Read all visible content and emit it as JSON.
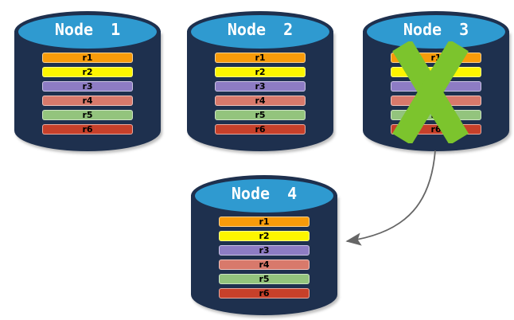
{
  "nodes": [
    {
      "label": "Node 1",
      "failed": false,
      "records": [
        "r1",
        "r2",
        "r3",
        "r4",
        "r5",
        "r6"
      ]
    },
    {
      "label": "Node 2",
      "failed": false,
      "records": [
        "r1",
        "r2",
        "r3",
        "r4",
        "r5",
        "r6"
      ]
    },
    {
      "label": "Node 3",
      "failed": true,
      "records": [
        "r1",
        "r2",
        "r3",
        "r4",
        "r5",
        "r6"
      ]
    },
    {
      "label": "Node 4",
      "failed": false,
      "records": [
        "r1",
        "r2",
        "r3",
        "r4",
        "r5",
        "r6"
      ]
    }
  ],
  "record_colors": {
    "r1": "#F89B0A",
    "r2": "#FDF500",
    "r3": "#8D7CC4",
    "r4": "#D8796B",
    "r5": "#93C47D",
    "r6": "#C7402A"
  },
  "colors": {
    "cylinder_body": "#1E304E",
    "cylinder_top": "#2F9AD0",
    "failure_x": "#7CC42D",
    "arrow": "#666666"
  }
}
